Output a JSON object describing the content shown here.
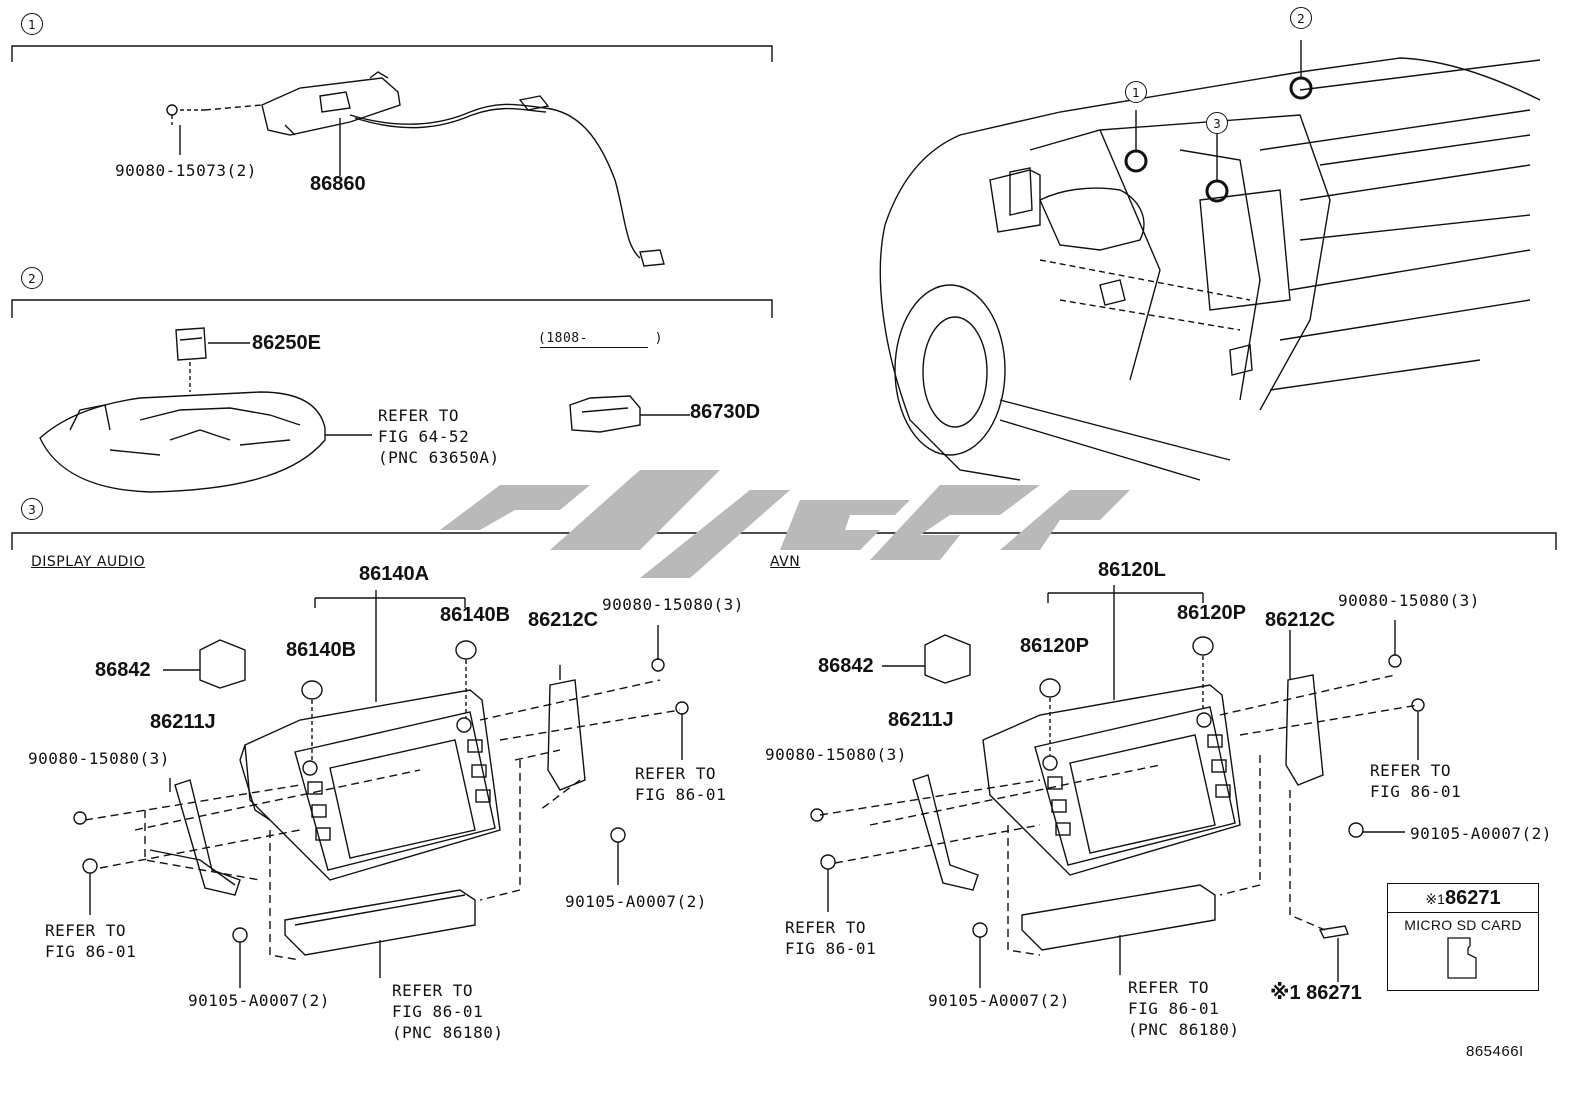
{
  "sections": [
    {
      "marker": "1"
    },
    {
      "marker": "2"
    },
    {
      "marker": "3"
    }
  ],
  "overview_markers": [
    "1",
    "2",
    "3"
  ],
  "section1": {
    "bolt_pn": "90080-15073(2)",
    "part_pn": "86860"
  },
  "section2": {
    "switch_pn": "86250E",
    "refer": "REFER TO\nFIG 64-52\n(PNC 63650A)",
    "date_range": "(1808-        )",
    "alt_switch_pn": "86730D"
  },
  "section3": {
    "display_audio": {
      "subtitle": "DISPLAY AUDIO",
      "unit_pn": "86140A",
      "knob_left_pn": "86140B",
      "knob_right_pn": "86140B",
      "bracket_right_pn": "86212C",
      "bolt_top_pn": "90080-15080(3)",
      "harness_pn": "86842",
      "bracket_left_pn": "86211J",
      "bolt_left_pn": "90080-15080(3)",
      "refer_right": "REFER TO\nFIG 86-01",
      "refer_left": "REFER TO\nFIG 86-01",
      "screw_right_pn": "90105-A0007(2)",
      "screw_bottom_pn": "90105-A0007(2)",
      "refer_bottom": "REFER TO\nFIG 86-01\n(PNC 86180)"
    },
    "avn": {
      "subtitle": "AVN",
      "unit_pn": "86120L",
      "knob_left_pn": "86120P",
      "knob_right_pn": "86120P",
      "bracket_right_pn": "86212C",
      "bolt_top_pn": "90080-15080(3)",
      "harness_pn": "86842",
      "bracket_left_pn": "86211J",
      "bolt_left_pn": "90080-15080(3)",
      "refer_right": "REFER TO\nFIG 86-01",
      "refer_left": "REFER TO\nFIG 86-01",
      "screw_right_pn": "90105-A0007(2)",
      "screw_bottom_pn": "90105-A0007(2)",
      "refer_bottom": "REFER TO\nFIG 86-01\n(PNC 86180)",
      "sd_pn": "※1 86271"
    },
    "sd_box": {
      "asterisk": "※1",
      "pn": "86271",
      "caption": "MICRO SD CARD",
      "icon": "micro-sd-card-icon"
    }
  },
  "figure_id": "865466I",
  "colors": {
    "line": "#111111",
    "watermark": "#b9b9b9"
  }
}
